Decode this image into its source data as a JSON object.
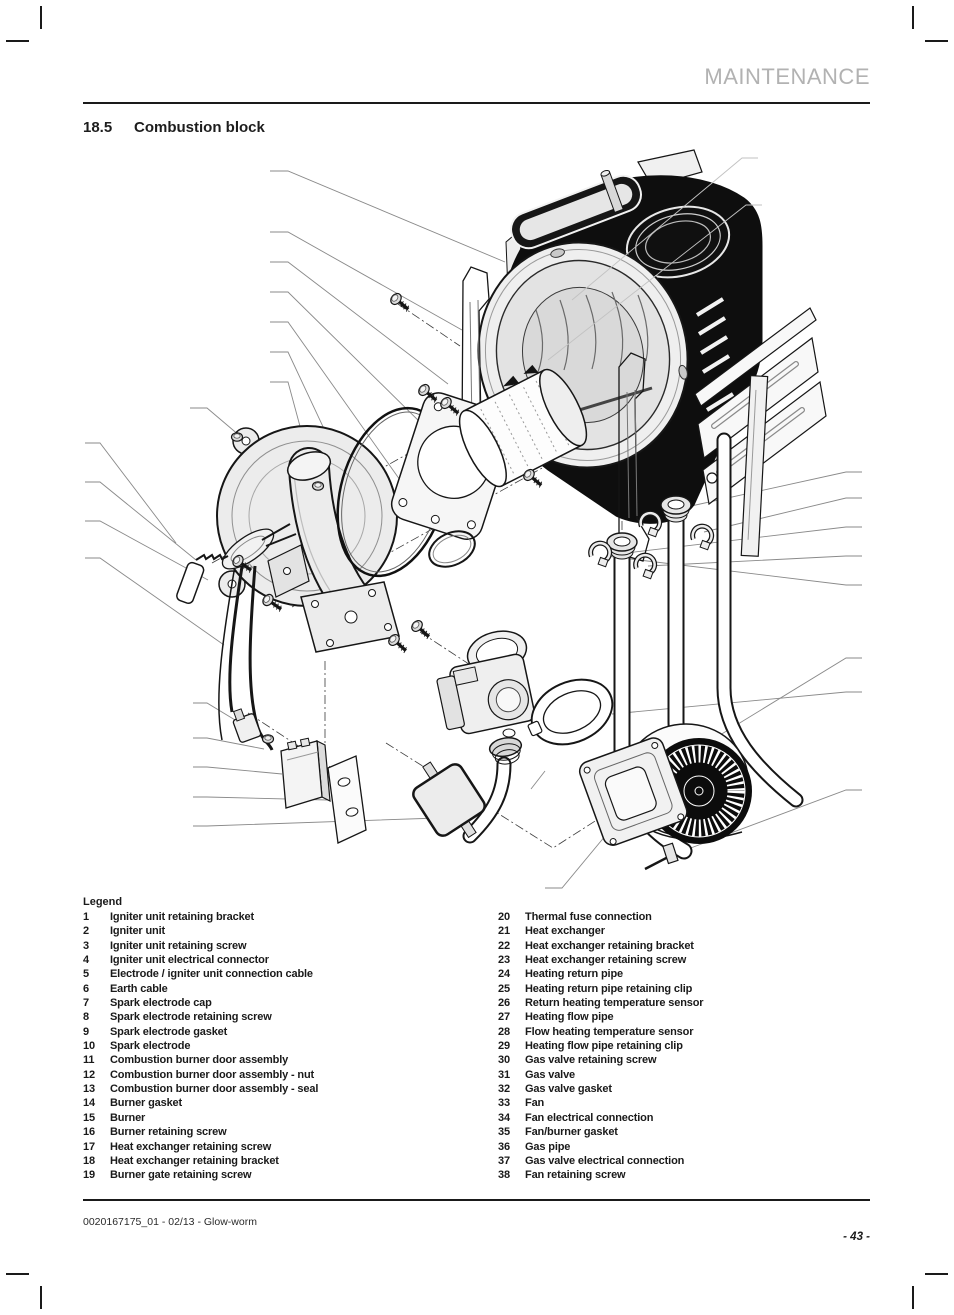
{
  "header": {
    "title": "MAINTENANCE"
  },
  "section": {
    "number": "18.5",
    "title": "Combustion block"
  },
  "legend": {
    "title": "Legend",
    "column_left": [
      {
        "num": "1",
        "label": "Igniter unit retaining bracket"
      },
      {
        "num": "2",
        "label": "Igniter unit"
      },
      {
        "num": "3",
        "label": "Igniter unit retaining screw"
      },
      {
        "num": "4",
        "label": "Igniter unit electrical connector"
      },
      {
        "num": "5",
        "label": "Electrode / igniter unit connection cable"
      },
      {
        "num": "6",
        "label": "Earth cable"
      },
      {
        "num": "7",
        "label": "Spark electrode cap"
      },
      {
        "num": "8",
        "label": "Spark electrode retaining screw"
      },
      {
        "num": "9",
        "label": "Spark electrode gasket"
      },
      {
        "num": "10",
        "label": "Spark electrode"
      },
      {
        "num": "11",
        "label": "Combustion burner door assembly"
      },
      {
        "num": "12",
        "label": "Combustion burner door assembly - nut"
      },
      {
        "num": "13",
        "label": "Combustion burner door assembly - seal"
      },
      {
        "num": "14",
        "label": "Burner gasket"
      },
      {
        "num": "15",
        "label": "Burner"
      },
      {
        "num": "16",
        "label": "Burner retaining screw"
      },
      {
        "num": "17",
        "label": "Heat exchanger retaining screw"
      },
      {
        "num": "18",
        "label": "Heat exchanger retaining bracket"
      },
      {
        "num": "19",
        "label": "Burner gate retaining screw"
      }
    ],
    "column_right": [
      {
        "num": "20",
        "label": "Thermal fuse connection"
      },
      {
        "num": "21",
        "label": "Heat exchanger"
      },
      {
        "num": "22",
        "label": "Heat exchanger retaining bracket"
      },
      {
        "num": "23",
        "label": "Heat exchanger retaining screw"
      },
      {
        "num": "24",
        "label": "Heating return pipe"
      },
      {
        "num": "25",
        "label": "Heating return pipe retaining clip"
      },
      {
        "num": "26",
        "label": "Return heating temperature sensor"
      },
      {
        "num": "27",
        "label": "Heating flow pipe"
      },
      {
        "num": "28",
        "label": "Flow heating temperature sensor"
      },
      {
        "num": "29",
        "label": "Heating flow pipe retaining clip"
      },
      {
        "num": "30",
        "label": "Gas valve retaining screw"
      },
      {
        "num": "31",
        "label": "Gas valve"
      },
      {
        "num": "32",
        "label": "Gas valve gasket"
      },
      {
        "num": "33",
        "label": "Fan"
      },
      {
        "num": "34",
        "label": "Fan electrical connection"
      },
      {
        "num": "35",
        "label": "Fan/burner gasket"
      },
      {
        "num": "36",
        "label": "Gas pipe"
      },
      {
        "num": "37",
        "label": "Gas valve electrical connection"
      },
      {
        "num": "38",
        "label": "Fan retaining screw"
      }
    ]
  },
  "footer": {
    "doc_ref": "0020167175_01 - 02/13 - Glow-worm",
    "page_number": "- 43 -"
  }
}
